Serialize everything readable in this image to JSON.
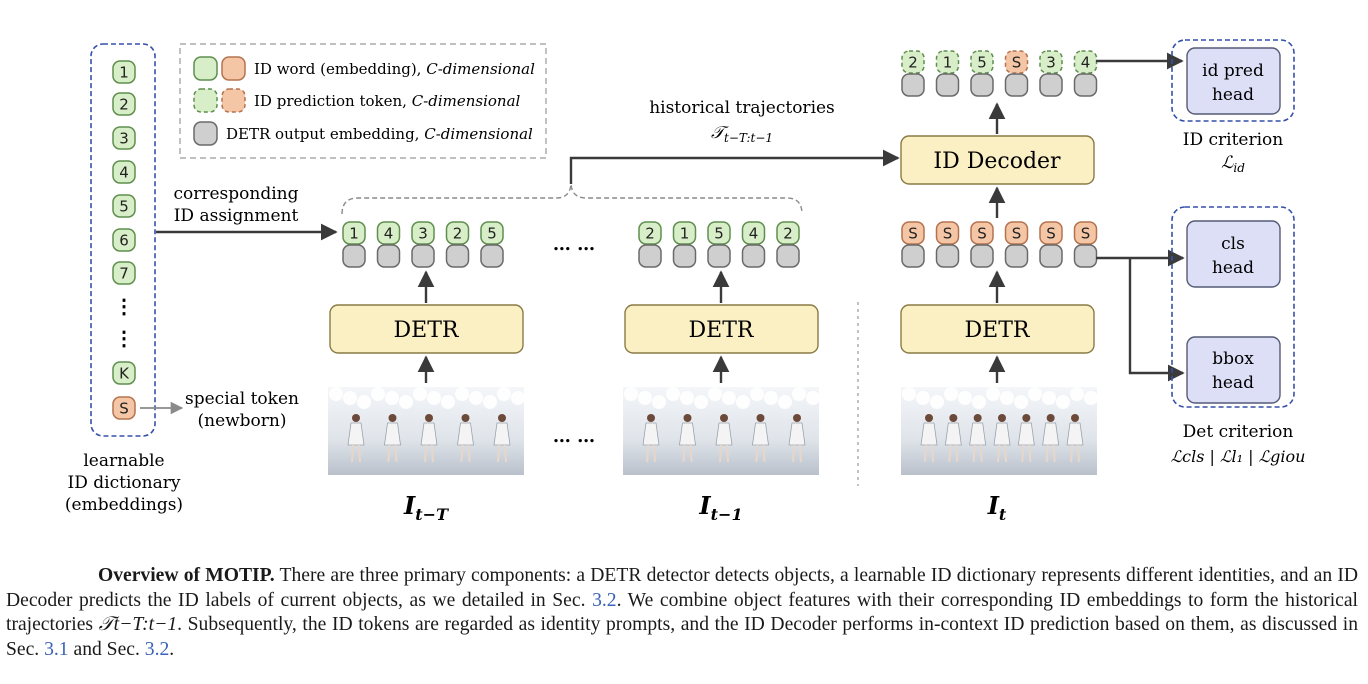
{
  "legend": {
    "id_word": "ID word (embedding),",
    "id_pred": "ID prediction token,",
    "detr_out": "DETR output embedding,",
    "dim": "C-dimensional"
  },
  "dictionary": {
    "tokens": [
      "1",
      "2",
      "3",
      "4",
      "5",
      "6",
      "7",
      "⋮",
      "⋮",
      "K",
      "S"
    ],
    "label_lines": [
      "learnable",
      "ID dictionary",
      "(embeddings)"
    ]
  },
  "labels": {
    "assign_lines": [
      "corresponding",
      "ID assignment"
    ],
    "special_lines": [
      "special token",
      "(newborn)"
    ],
    "hist_title": "historical trajectories",
    "hist_math": "𝒯",
    "hist_sub": "t−T:t−1",
    "detr": "DETR",
    "id_decoder": "ID Decoder",
    "dots": "… …",
    "frame_main": "I",
    "frame_subs": [
      "t−T",
      "t−1",
      "t"
    ]
  },
  "token_rows": {
    "frame_tT": [
      "1",
      "4",
      "3",
      "2",
      "5"
    ],
    "frame_t1": [
      "2",
      "1",
      "5",
      "4",
      "2"
    ],
    "frame_t": [
      "S",
      "S",
      "S",
      "S",
      "S",
      "S"
    ],
    "prediction": [
      "2",
      "1",
      "5",
      "S",
      "3",
      "4"
    ]
  },
  "heads": {
    "id_pred": [
      "id pred",
      "head"
    ],
    "cls": [
      "cls",
      "head"
    ],
    "bbox": [
      "bbox",
      "head"
    ]
  },
  "criteria": {
    "id_title": "ID criterion",
    "id_loss": "ℒ",
    "id_sub": "id",
    "det_title": "Det criterion",
    "det_losses": "ℒcls | ℒl₁ | ℒgiou"
  },
  "caption": {
    "bold": "Overview of MOTIP.",
    "part1": " There are three primary components: a DETR detector detects objects, a learnable ID dictionary represents different identities, and an ID Decoder predicts the ID labels of current objects, as we detailed in Sec. ",
    "ref1": "3.2",
    "part2": ". We combine object features with their corresponding ID embeddings to form the historical trajectories ",
    "math": "𝒯t−T:t−1",
    "part3": ". Subsequently, the ID tokens are regarded as identity prompts, and the ID Decoder performs in-context ID prediction based on them, as discussed in Sec. ",
    "ref2": "3.1",
    "part4": " and Sec. ",
    "ref3": "3.2",
    "part5": "."
  },
  "colors": {
    "green_fill": "#d8eec8",
    "green_stroke": "#5f8f4e",
    "orange_fill": "#f5c6a6",
    "orange_stroke": "#b4734f",
    "gray_fill": "#cfcfcf",
    "gray_stroke": "#6a6a6a",
    "detr_fill": "#fbf0c4",
    "detr_stroke": "#8a7a45",
    "head_fill": "#dcdff6",
    "head_stroke": "#555a77",
    "dashed_blue": "#3550a8",
    "arrow": "#3a3a3a",
    "ref_blue": "#3b62b8"
  }
}
